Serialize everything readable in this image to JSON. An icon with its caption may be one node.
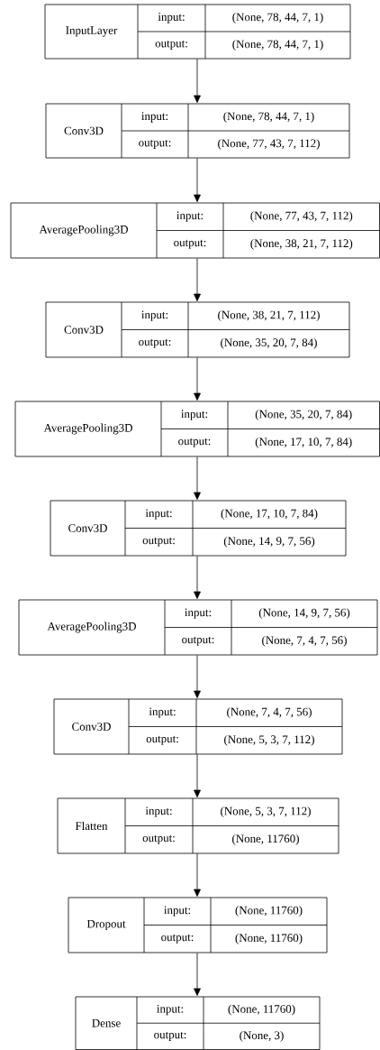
{
  "diagram": {
    "nodes": [
      {
        "text": [
          "InputLayer",
          "input:",
          "(None, 78, 44, 7, 1)",
          "output:",
          "(None, 78, 44, 7, 1)"
        ]
      },
      {
        "text": [
          "Conv3D",
          "input:",
          "(None, 78, 44, 7, 1)",
          "output:",
          "(None, 77, 43, 7, 112)"
        ]
      },
      {
        "text": [
          "AveragePooling3D",
          "input:",
          "(None, 77, 43, 7, 112)",
          "output:",
          "(None, 38, 21, 7, 112)"
        ]
      },
      {
        "text": [
          "Conv3D",
          "input:",
          "(None, 38, 21, 7, 112)",
          "output:",
          "(None, 35, 20, 7, 84)"
        ]
      },
      {
        "text": [
          "AveragePooling3D",
          "input:",
          "(None, 35, 20, 7, 84)",
          "output:",
          "(None, 17, 10, 7, 84)"
        ]
      },
      {
        "text": [
          "Conv3D",
          "input:",
          "(None, 17, 10, 7, 84)",
          "output:",
          "(None, 14, 9, 7, 56)"
        ]
      },
      {
        "text": [
          "AveragePooling3D",
          "input:",
          "(None, 14, 9, 7, 56)",
          "output:",
          "(None, 7, 4, 7, 56)"
        ]
      },
      {
        "text": [
          "Conv3D",
          "input:",
          "(None, 7, 4, 7, 56)",
          "output:",
          "(None, 5, 3, 7, 112)"
        ]
      },
      {
        "text": [
          "Flatten",
          "input:",
          "(None, 5, 3, 7, 112)",
          "output:",
          "(None, 11760)"
        ]
      },
      {
        "text": [
          "Dropout",
          "input:",
          "(None, 11760)",
          "output:",
          "(None, 11760)"
        ]
      },
      {
        "text": [
          "Dense",
          "input:",
          "(None, 11760)",
          "output:",
          "(None, 3)"
        ]
      }
    ],
    "edges": [
      {
        "from": 0,
        "to": 1,
        "arrow": "to"
      },
      {
        "from": 1,
        "to": 2,
        "arrow": "to"
      },
      {
        "from": 2,
        "to": 3,
        "arrow": "to"
      },
      {
        "from": 3,
        "to": 4,
        "arrow": "to"
      },
      {
        "from": 4,
        "to": 5,
        "arrow": "to"
      },
      {
        "from": 5,
        "to": 6,
        "arrow": "to"
      },
      {
        "from": 6,
        "to": 7,
        "arrow": "to"
      },
      {
        "from": 7,
        "to": 8,
        "arrow": "to"
      },
      {
        "from": 8,
        "to": 9,
        "arrow": "to"
      },
      {
        "from": 9,
        "to": 10,
        "arrow": "to"
      }
    ]
  }
}
